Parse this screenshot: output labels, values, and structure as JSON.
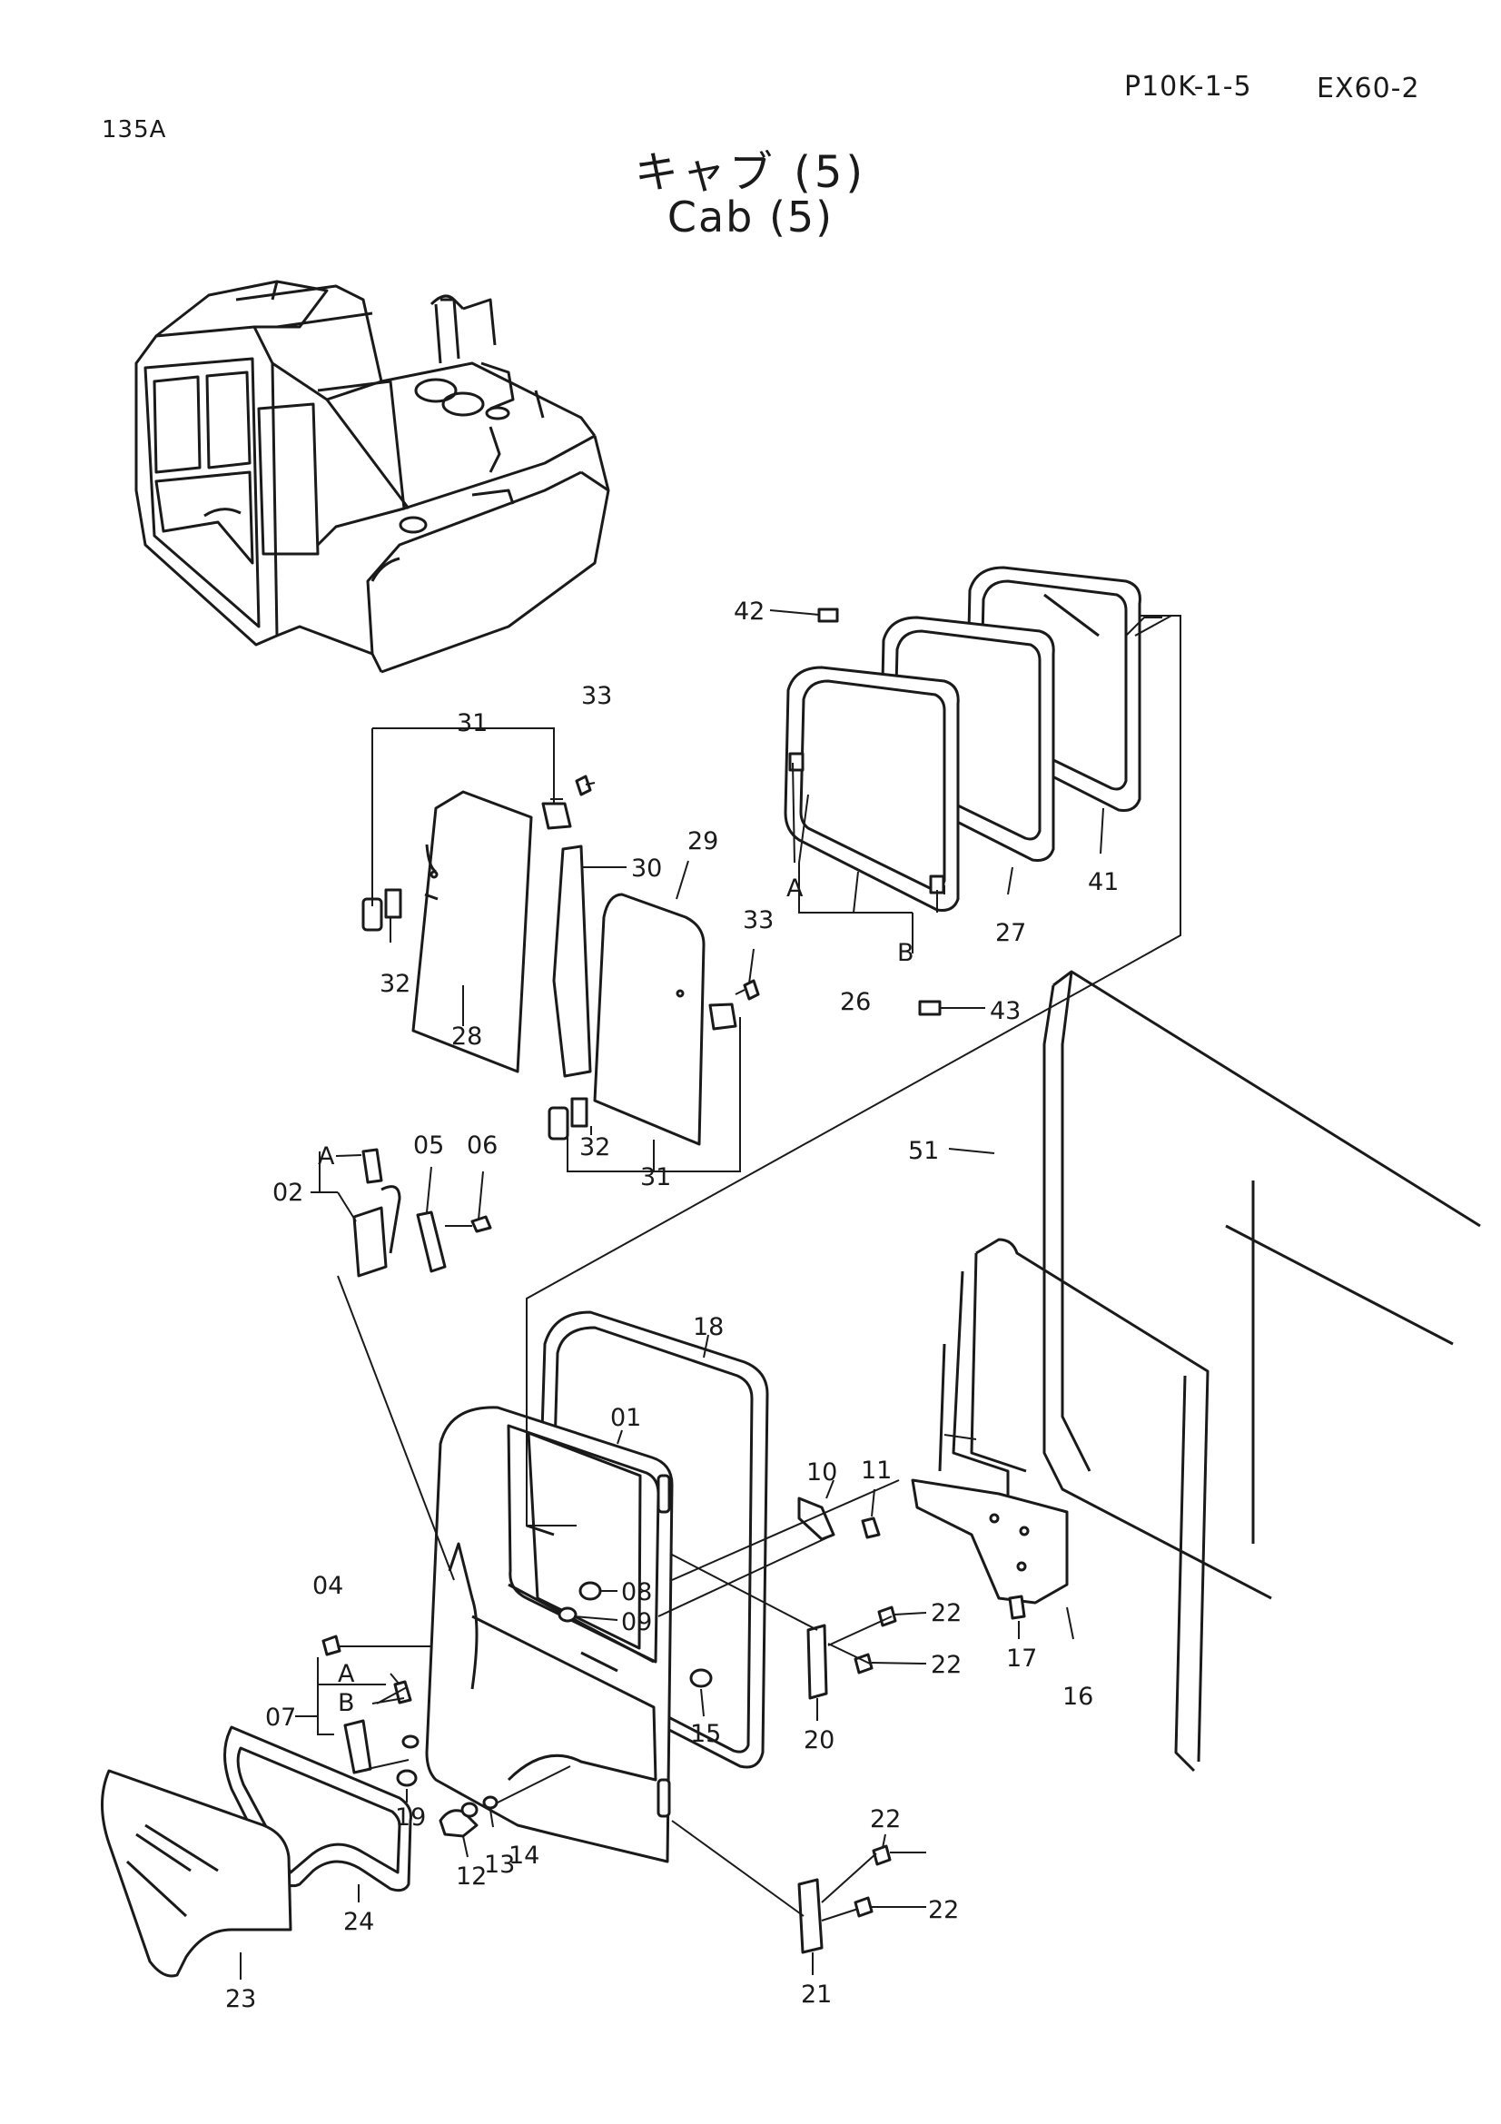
{
  "header": {
    "page_code": "P10K-1-5",
    "model": "EX60-2",
    "ref": "135A"
  },
  "title": {
    "japanese": "キャブ (5)",
    "english": "Cab (5)"
  },
  "callouts": {
    "p42": "42",
    "p33a": "33",
    "p31a": "31",
    "p29": "29",
    "p30": "30",
    "p33b": "33",
    "p32a": "32",
    "p28": "28",
    "p32b": "32",
    "p31b": "31",
    "pA1": "A",
    "pB1": "B",
    "p26": "26",
    "p27": "27",
    "p41": "41",
    "p43": "43",
    "p51": "51",
    "pA2": "A",
    "p02": "02",
    "p05": "05",
    "p06": "06",
    "p18": "18",
    "p01": "01",
    "p08": "08",
    "p09": "09",
    "p10": "10",
    "p11": "11",
    "p22a": "22",
    "p22b": "22",
    "p20": "20",
    "p17": "17",
    "p16": "16",
    "p15": "15",
    "p04": "04",
    "pA3": "A",
    "pB3": "B",
    "p07": "07",
    "p19": "19",
    "p12": "12",
    "p13": "13",
    "p14": "14",
    "p22c": "22",
    "p22d": "22",
    "p21": "21",
    "p24": "24",
    "p23": "23"
  }
}
